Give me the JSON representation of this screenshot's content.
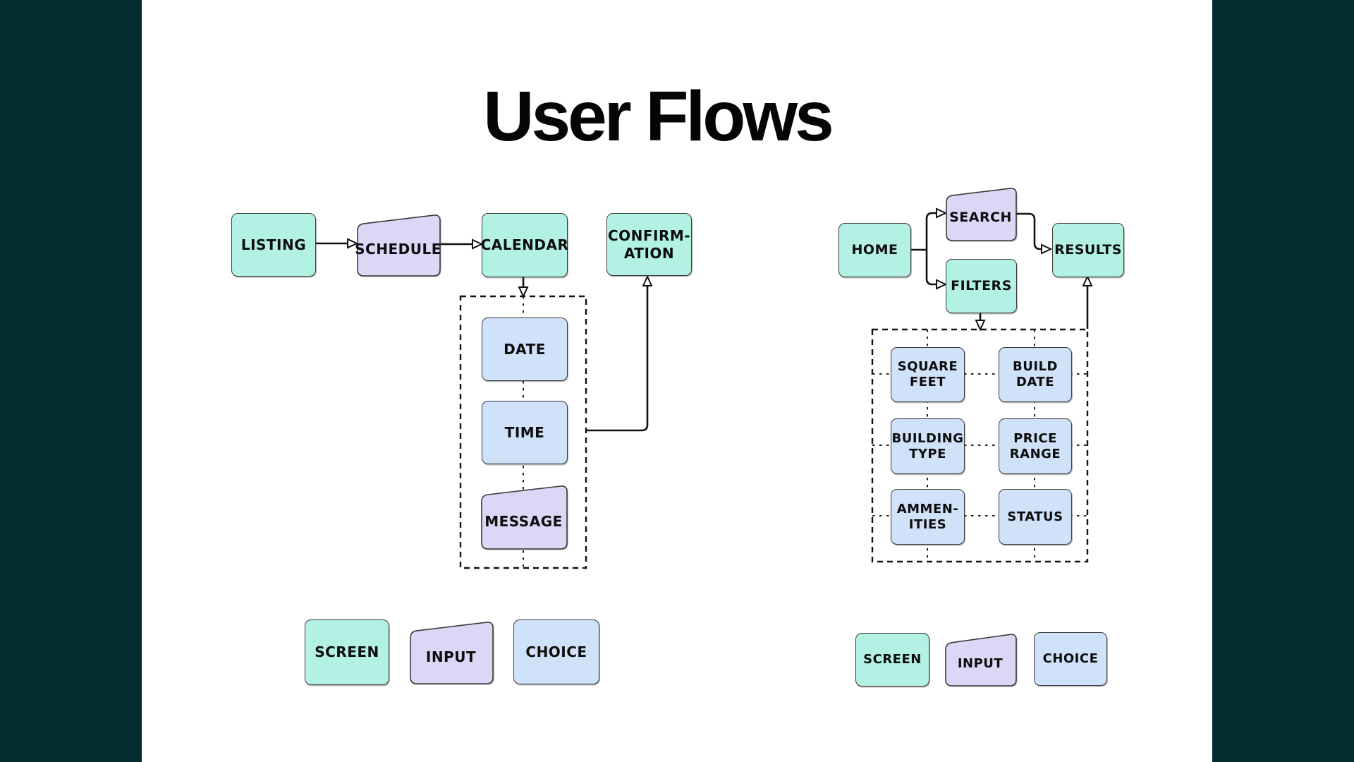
{
  "title": "User Flows",
  "colors": {
    "sidebar": "#032d31",
    "screen_fill": "#b2f1e3",
    "choice_fill": "#cfe2f9",
    "input_fill": "#dcd7f6",
    "box_border": "#3b3b3b",
    "line": "#111111"
  },
  "left_flow": {
    "nodes": {
      "listing": "LISTING",
      "schedule": "SCHEDULE",
      "calendar": "CALENDAR",
      "confirmation": "CONFIRM-\nATION",
      "date": "DATE",
      "time": "TIME",
      "message": "MESSAGE"
    }
  },
  "right_flow": {
    "nodes": {
      "home": "HOME",
      "search": "SEARCH",
      "filters": "FILTERS",
      "results": "RESULTS",
      "square_feet": "SQUARE\nFEET",
      "build_date": "BUILD\nDATE",
      "building_type": "BUILDING\nTYPE",
      "price_range": "PRICE\nRANGE",
      "ammenities": "AMMEN-\nITIES",
      "status": "STATUS"
    }
  },
  "legend_left": {
    "screen": "SCREEN",
    "input": "INPUT",
    "choice": "CHOICE"
  },
  "legend_right": {
    "screen": "SCREEN",
    "input": "INPUT",
    "choice": "CHOICE"
  }
}
